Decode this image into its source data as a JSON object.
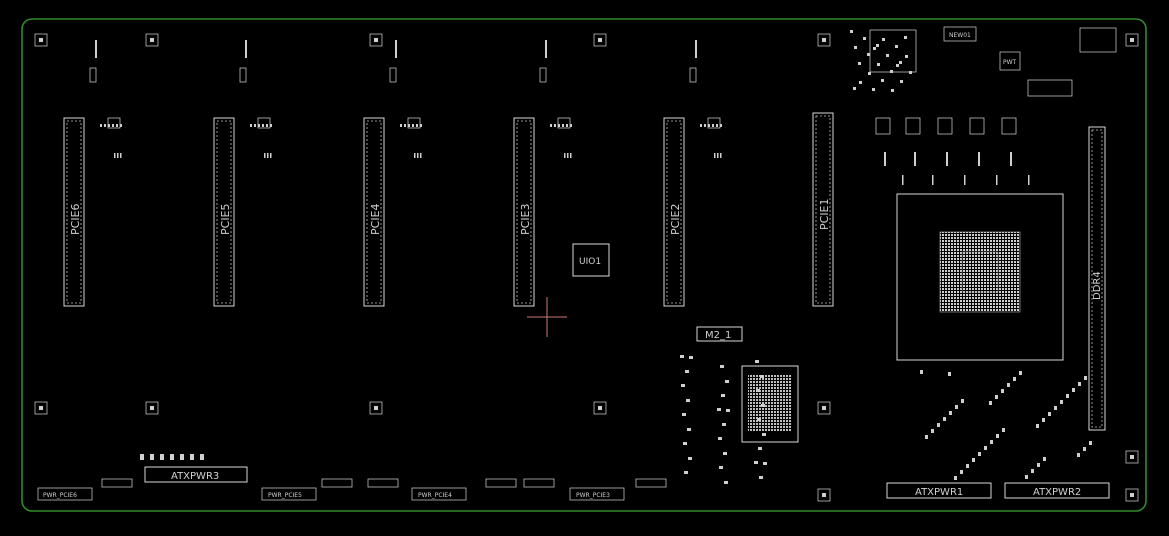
{
  "colors": {
    "background": "#000000",
    "board_outline": "#2e8b2e",
    "silkscreen": "#d8d8d8",
    "cursor": "#c87878"
  },
  "slots": [
    {
      "label": "PCIE6"
    },
    {
      "label": "PCIE5"
    },
    {
      "label": "PCIE4"
    },
    {
      "label": "PCIE3"
    },
    {
      "label": "PCIE2"
    },
    {
      "label": "PCIE1"
    }
  ],
  "chips": {
    "uio": "UIO1",
    "m2": "M2_1",
    "ddr": "DDR4"
  },
  "power_connectors": {
    "atx3": "ATXPWR3",
    "atx1": "ATXPWR1",
    "atx2": "ATXPWR2"
  },
  "pwr_labels": [
    "PWR_PCIE6",
    "PWR_PCIE5",
    "PWR_PCIE4",
    "PWR_PCIE3"
  ],
  "small_labels": {
    "top_chip": "NEW01",
    "pwr_ic": "PWT"
  }
}
